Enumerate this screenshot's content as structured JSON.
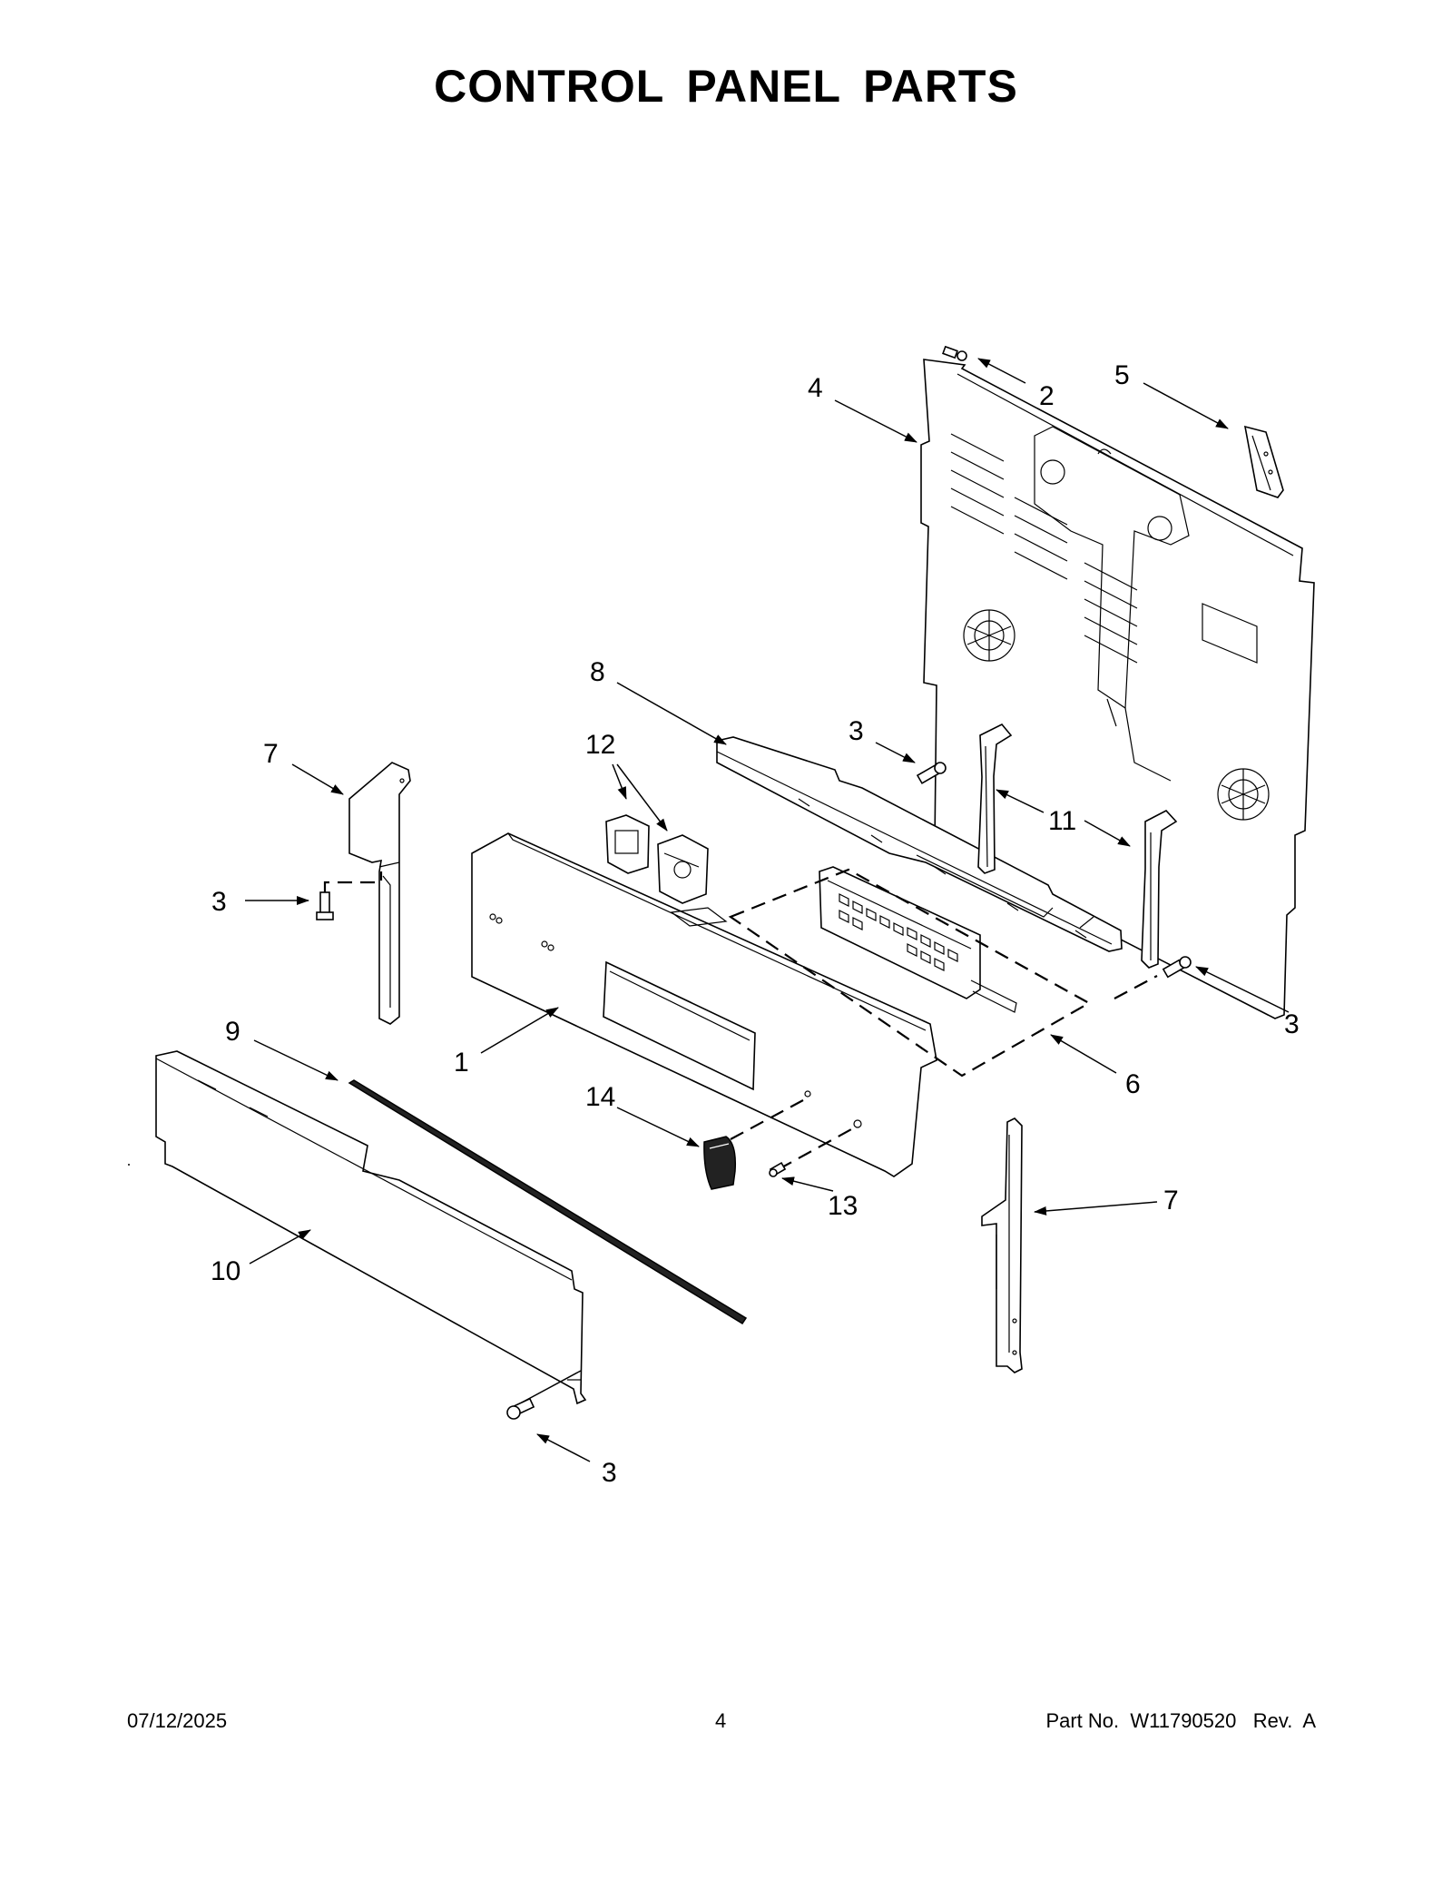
{
  "title": "CONTROL PANEL PARTS",
  "callouts": {
    "c1": "1",
    "c2": "2",
    "c3a": "3",
    "c3b": "3",
    "c3c": "3",
    "c3d": "3",
    "c4": "4",
    "c5": "5",
    "c6": "6",
    "c7a": "7",
    "c7b": "7",
    "c8": "8",
    "c9": "9",
    "c10": "10",
    "c11": "11",
    "c12": "12",
    "c13": "13",
    "c14": "14"
  },
  "footer": {
    "date": "07/12/2025",
    "page": "4",
    "part_number": "Part No.  W11790520   Rev.  A"
  }
}
